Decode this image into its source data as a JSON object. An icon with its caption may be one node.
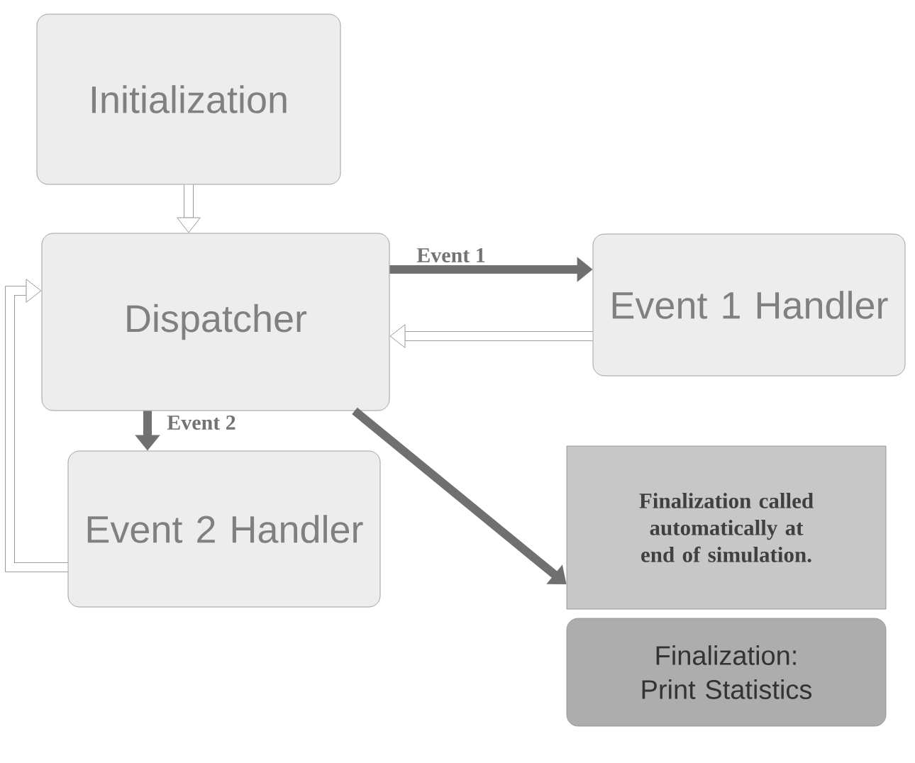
{
  "diagram": {
    "nodes": [
      {
        "text": [
          "Initialization"
        ]
      },
      {
        "text": [
          "Dispatcher"
        ]
      },
      {
        "text": [
          "Event 1 Handler"
        ]
      },
      {
        "text": [
          "Event 2 Handler"
        ]
      },
      {
        "text": [
          "Finalization called automatically at end of simulation."
        ]
      },
      {
        "text": [
          "Finalization: Print Statistics"
        ]
      }
    ],
    "edges": [
      {
        "from": 0,
        "to": 1,
        "arrow": "to"
      },
      {
        "from": 1,
        "to": 2,
        "arrow": "to",
        "label": "Event 1",
        "color": "#707070"
      },
      {
        "from": 2,
        "to": 1,
        "arrow": "to"
      },
      {
        "from": 1,
        "to": 3,
        "arrow": "to",
        "label": "Event 2",
        "color": "#707070"
      },
      {
        "from": 3,
        "to": 1,
        "arrow": "to"
      },
      {
        "from": 1,
        "to": 4,
        "arrow": "to",
        "color": "#707070"
      }
    ]
  }
}
